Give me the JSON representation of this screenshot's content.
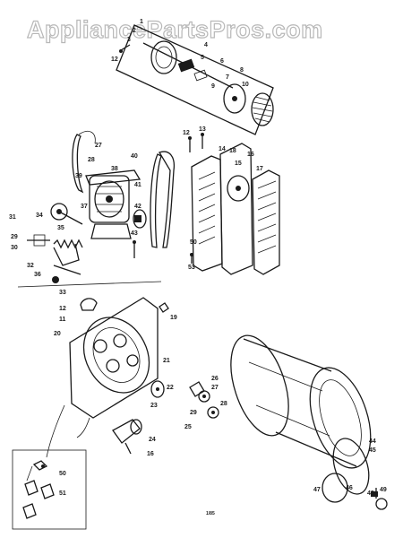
{
  "watermark": "AppliancePartsPros.com",
  "callouts": {
    "top_group": [
      "1",
      "2",
      "3",
      "4",
      "5",
      "6",
      "7",
      "8",
      "9",
      "10",
      "12"
    ],
    "motor_group": [
      "27",
      "28",
      "29",
      "30",
      "31",
      "32",
      "33",
      "34",
      "35",
      "36",
      "37",
      "38",
      "39",
      "40",
      "41",
      "42",
      "43"
    ],
    "blower_group": [
      "12",
      "13",
      "14",
      "15",
      "16",
      "17",
      "18",
      "50",
      "53"
    ],
    "panel_group": [
      "12",
      "11",
      "20",
      "19",
      "21",
      "22",
      "23",
      "24",
      "16"
    ],
    "drum_group": [
      "26",
      "27",
      "28",
      "29",
      "25",
      "44",
      "45",
      "46",
      "47",
      "48",
      "49"
    ],
    "inset_group": [
      "50",
      "51"
    ]
  },
  "footer_code": "1/85"
}
